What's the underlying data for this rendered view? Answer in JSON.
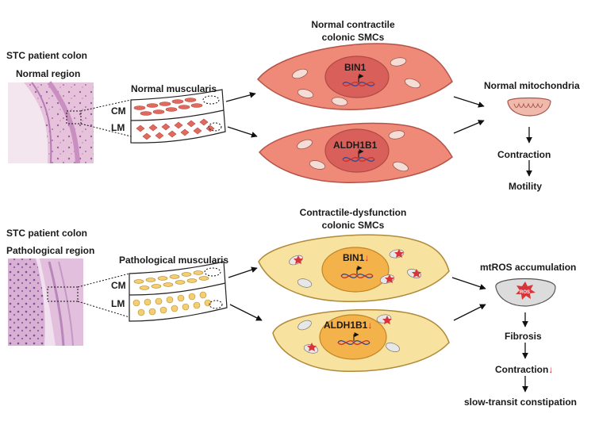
{
  "top": {
    "panel_title": "STC patient colon",
    "region_label": "Normal region",
    "muscularis_label": "Normal muscularis",
    "layer_cm": "CM",
    "layer_lm": "LM",
    "cell_title_line1": "Normal contractile",
    "cell_title_line2": "colonic SMCs",
    "gene1": "BIN1",
    "gene2": "ALDH1B1",
    "mito_label": "Normal mitochondria",
    "step1": "Contraction",
    "step2": "Motility"
  },
  "bottom": {
    "panel_title": "STC patient colon",
    "region_label": "Pathological region",
    "muscularis_label": "Pathological muscularis",
    "layer_cm": "CM",
    "layer_lm": "LM",
    "cell_title_line1": "Contractile-dysfunction",
    "cell_title_line2": "colonic SMCs",
    "gene1": "BIN1",
    "gene2": "ALDH1B1",
    "down_arrow": "↓",
    "mito_label": "mtROS accumulation",
    "ros_text": "ROS",
    "step1": "Fibrosis",
    "step2": "Contraction",
    "step3": "slow-transit constipation"
  },
  "colors": {
    "normal_cell_fill": "#ef8a78",
    "normal_nucleus_fill": "#d9605a",
    "patho_cell_fill": "#f7e39f",
    "patho_nucleus_fill": "#f4b24a",
    "tissue_normal": "#d8a2c8",
    "tissue_patho": "#c99ac4",
    "arrow": "#111111",
    "down_arrow": "#d22a1f"
  }
}
